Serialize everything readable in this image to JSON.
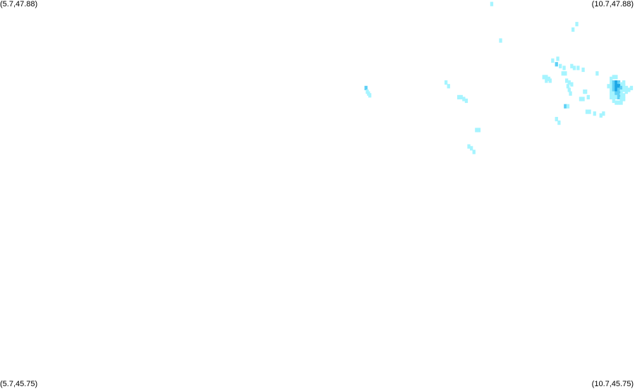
{
  "corners": {
    "top_left": "(5.7,47.88)",
    "top_right": "(10.7,47.88)",
    "bottom_left": "(5.7,45.75)",
    "bottom_right": "(10.7,45.75)"
  },
  "extent": {
    "lon_min": 5.7,
    "lon_max": 10.7,
    "lat_min": 45.75,
    "lat_max": 47.88
  },
  "colors": {
    "background": "#ffffff",
    "low": "#a6f4ff",
    "mid": "#5fd0f5",
    "high": "#1aa7e6"
  },
  "cell_size_deg": 0.024,
  "cells": [
    [
      9.56,
      47.87,
      1
    ],
    [
      10.2,
      47.73,
      1
    ],
    [
      10.23,
      47.76,
      1
    ],
    [
      9.63,
      47.67,
      1
    ],
    [
      10.04,
      47.56,
      1
    ],
    [
      10.07,
      47.54,
      2
    ],
    [
      10.08,
      47.57,
      1
    ],
    [
      10.1,
      47.53,
      1
    ],
    [
      10.13,
      47.52,
      1
    ],
    [
      10.19,
      47.53,
      1
    ],
    [
      10.21,
      47.52,
      1
    ],
    [
      10.24,
      47.52,
      1
    ],
    [
      10.28,
      47.51,
      1
    ],
    [
      10.39,
      47.49,
      1
    ],
    [
      9.97,
      47.47,
      1
    ],
    [
      9.99,
      47.47,
      1
    ],
    [
      10.01,
      47.46,
      1
    ],
    [
      9.99,
      47.45,
      1
    ],
    [
      10.02,
      47.45,
      1
    ],
    [
      10.12,
      47.49,
      1
    ],
    [
      10.14,
      47.49,
      1
    ],
    [
      10.15,
      47.45,
      1
    ],
    [
      10.17,
      47.44,
      1
    ],
    [
      10.16,
      47.42,
      1
    ],
    [
      10.19,
      47.43,
      1
    ],
    [
      10.17,
      47.4,
      1
    ],
    [
      10.18,
      47.38,
      1
    ],
    [
      10.29,
      47.39,
      1
    ],
    [
      10.3,
      47.39,
      1
    ],
    [
      10.26,
      47.35,
      1
    ],
    [
      10.28,
      47.35,
      1
    ],
    [
      10.32,
      47.36,
      1
    ],
    [
      10.14,
      47.31,
      2
    ],
    [
      10.16,
      47.31,
      1
    ],
    [
      10.31,
      47.28,
      1
    ],
    [
      10.33,
      47.28,
      1
    ],
    [
      10.37,
      47.27,
      1
    ],
    [
      10.42,
      47.26,
      1
    ],
    [
      10.44,
      47.27,
      1
    ],
    [
      10.07,
      47.24,
      1
    ],
    [
      10.09,
      47.22,
      1
    ],
    [
      10.5,
      47.46,
      1
    ],
    [
      10.52,
      47.47,
      1
    ],
    [
      10.54,
      47.47,
      1
    ],
    [
      10.5,
      47.44,
      1
    ],
    [
      10.52,
      47.44,
      2
    ],
    [
      10.54,
      47.44,
      3
    ],
    [
      10.56,
      47.44,
      2
    ],
    [
      10.58,
      47.43,
      1
    ],
    [
      10.6,
      47.44,
      1
    ],
    [
      10.48,
      47.42,
      1
    ],
    [
      10.5,
      47.42,
      1
    ],
    [
      10.52,
      47.42,
      2
    ],
    [
      10.54,
      47.42,
      3
    ],
    [
      10.56,
      47.42,
      3
    ],
    [
      10.58,
      47.41,
      2
    ],
    [
      10.6,
      47.42,
      1
    ],
    [
      10.62,
      47.41,
      1
    ],
    [
      10.5,
      47.4,
      1
    ],
    [
      10.52,
      47.4,
      2
    ],
    [
      10.54,
      47.4,
      3
    ],
    [
      10.56,
      47.4,
      2
    ],
    [
      10.58,
      47.39,
      1
    ],
    [
      10.6,
      47.4,
      1
    ],
    [
      10.62,
      47.39,
      1
    ],
    [
      10.64,
      47.4,
      1
    ],
    [
      10.66,
      47.41,
      1
    ],
    [
      10.5,
      47.38,
      1
    ],
    [
      10.52,
      47.38,
      1
    ],
    [
      10.54,
      47.38,
      2
    ],
    [
      10.56,
      47.38,
      2
    ],
    [
      10.58,
      47.37,
      1
    ],
    [
      10.6,
      47.37,
      1
    ],
    [
      10.5,
      47.36,
      1
    ],
    [
      10.52,
      47.36,
      1
    ],
    [
      10.54,
      47.36,
      1
    ],
    [
      10.56,
      47.36,
      2
    ],
    [
      10.58,
      47.35,
      1
    ],
    [
      10.6,
      47.35,
      1
    ],
    [
      10.52,
      47.34,
      1
    ],
    [
      10.54,
      47.33,
      1
    ],
    [
      10.56,
      47.33,
      1
    ],
    [
      10.58,
      47.33,
      1
    ],
    [
      8.57,
      47.41,
      2
    ],
    [
      8.58,
      47.39,
      1
    ],
    [
      8.59,
      47.38,
      1
    ],
    [
      8.6,
      47.37,
      1
    ],
    [
      9.2,
      47.44,
      1
    ],
    [
      9.22,
      47.42,
      1
    ],
    [
      9.3,
      47.36,
      1
    ],
    [
      9.32,
      47.36,
      1
    ],
    [
      9.34,
      47.35,
      1
    ],
    [
      9.36,
      47.34,
      1
    ],
    [
      9.44,
      47.18,
      1
    ],
    [
      9.46,
      47.18,
      1
    ],
    [
      9.38,
      47.09,
      1
    ],
    [
      9.4,
      47.08,
      1
    ],
    [
      9.42,
      47.06,
      1
    ]
  ]
}
